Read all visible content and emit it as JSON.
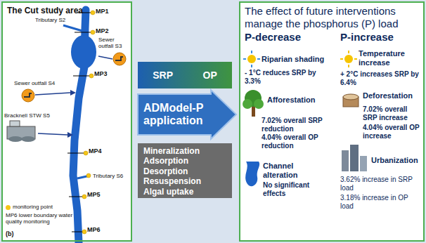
{
  "diagram": {
    "nodes": [
      {
        "text": [
          "The Cut study area"
        ]
      },
      {
        "text": [
          "SRP",
          "OP"
        ]
      },
      {
        "text": [
          "ADModel-P application"
        ]
      },
      {
        "text": [
          "Mineralization Adsorption Desorption Resuspension Algal uptake"
        ]
      },
      {
        "text": [
          "The effect of future interventions manage the phosphorus (P) load"
        ]
      }
    ],
    "labels": [
      "MP1",
      "Tributary S2",
      "MP2",
      "Sewer outfall S3",
      "MP3",
      "Sewer outfall S4",
      "Bracknell STW S5",
      "MP4",
      "Tributary S6",
      "MP5",
      "MP6",
      "MP6 lower boundary water quality monitoring",
      "(b)",
      "P-decrease",
      "P-increase",
      "Riparian shading",
      "- 1°C reduces SRP by 3.3%",
      "Temperature increase",
      "+ 2°C increases SRP by 6.4%",
      "Afforestation",
      "7.02% overall SRP reduction",
      "4.04% overall OP reduction",
      "Deforestation",
      "7.02% overall SRP increase",
      "4.04% overall OP increase",
      "Channel alteration",
      "No significant effects",
      "Urbanization",
      "3.62% increase in SRP load",
      "3.18% increase in OP load"
    ],
    "legend": [
      {
        "text": "monitoring point",
        "color": "#f5c518"
      }
    ]
  }
}
